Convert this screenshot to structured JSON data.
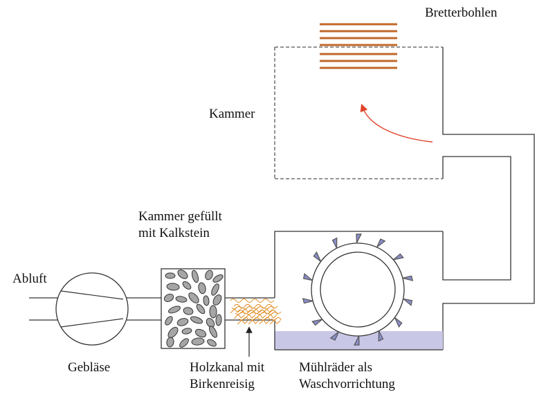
{
  "labels": {
    "bretterbohlen": "Bretterbohlen",
    "kammer": "Kammer",
    "kammer_kalk_line1": "Kammer gefüllt",
    "kammer_kalk_line2": "mit Kalkstein",
    "abluft": "Abluft",
    "geblaese": "Gebläse",
    "holzkanal_line1": "Holzkanal mit",
    "holzkanal_line2": "Birkenreisig",
    "muehlraeder_line1": "Mühlräder als",
    "muehlraeder_line2": "Waschvorrichtung"
  },
  "colors": {
    "line": "#333333",
    "plank": "#c0682a",
    "arrow": "#e0442a",
    "water": "#c9c7e6",
    "stone_fill": "#a6a6a6",
    "twig": "#e08a1e",
    "paddle": "#8a8fc8"
  }
}
